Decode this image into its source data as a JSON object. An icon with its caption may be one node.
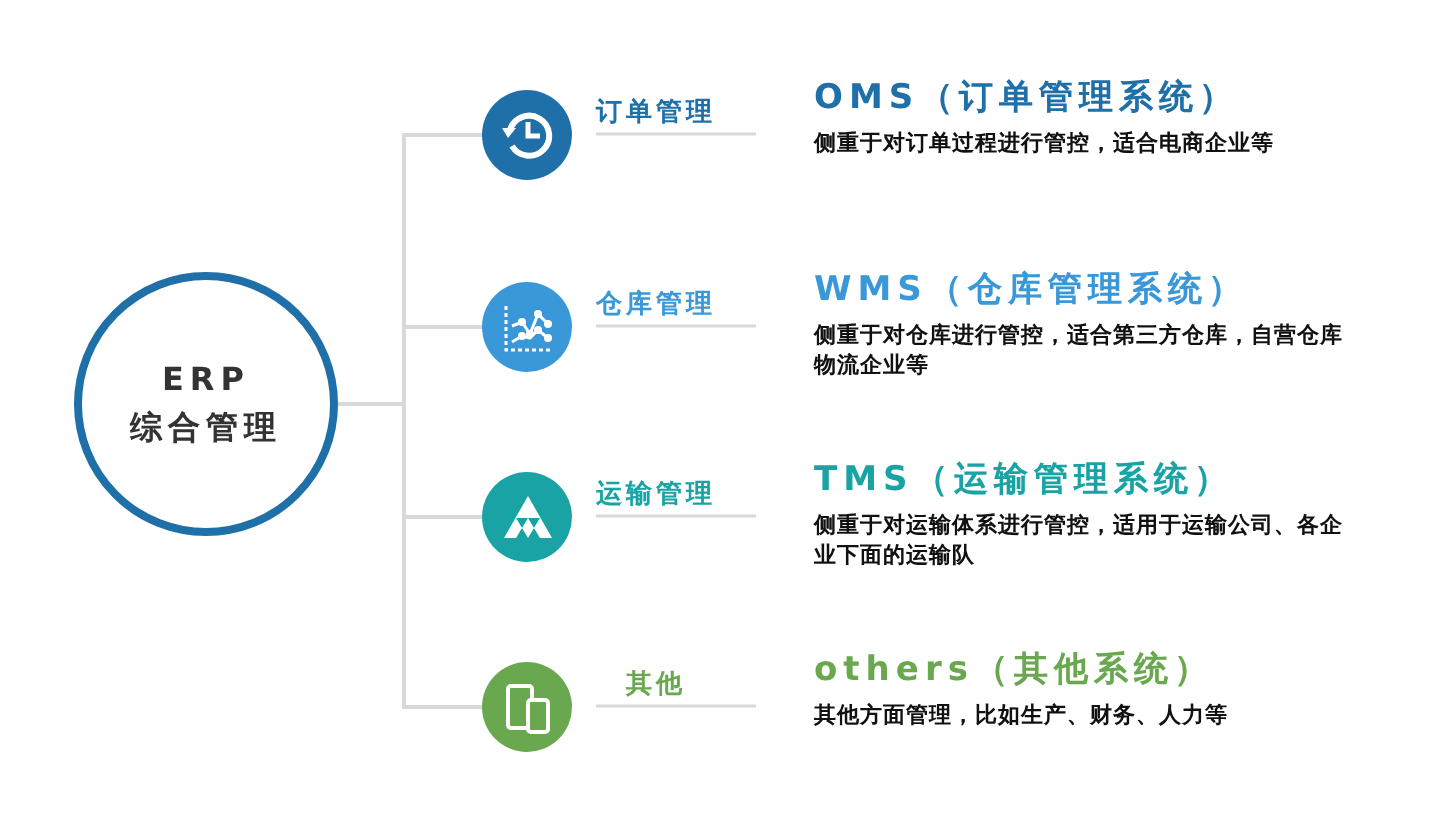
{
  "diagram": {
    "nodes": [
      {
        "text": [
          "ERP",
          "综合管理"
        ]
      },
      {
        "text": [],
        "shape": "circle",
        "beside": [
          "订单管理"
        ]
      },
      {
        "text": [],
        "shape": "circle",
        "beside": [
          "仓库管理"
        ]
      },
      {
        "text": [],
        "shape": "circle",
        "beside": [
          "运输管理"
        ]
      },
      {
        "text": [],
        "shape": "circle",
        "beside": [
          "其他"
        ]
      }
    ],
    "edges": [
      {
        "from": 0,
        "to": 1,
        "arrow": "none"
      },
      {
        "from": 0,
        "to": 2,
        "arrow": "none"
      },
      {
        "from": 0,
        "to": 3,
        "arrow": "none"
      },
      {
        "from": 0,
        "to": 4,
        "arrow": "none"
      }
    ],
    "labels": [
      "OMS（订单管理系统）",
      "侧重于对订单过程进行管控，适合电商企业等",
      "WMS（仓库管理系统）",
      "侧重于对仓库进行管控，适合第三方仓库，自营仓库物流企业等",
      "TMS（运输管理系统）",
      "侧重于对运输体系进行管控，适用于运输公司、各企业下面的运输队",
      "others（其他系统）",
      "其他方面管理，比如生产、财务、人力等"
    ]
  }
}
